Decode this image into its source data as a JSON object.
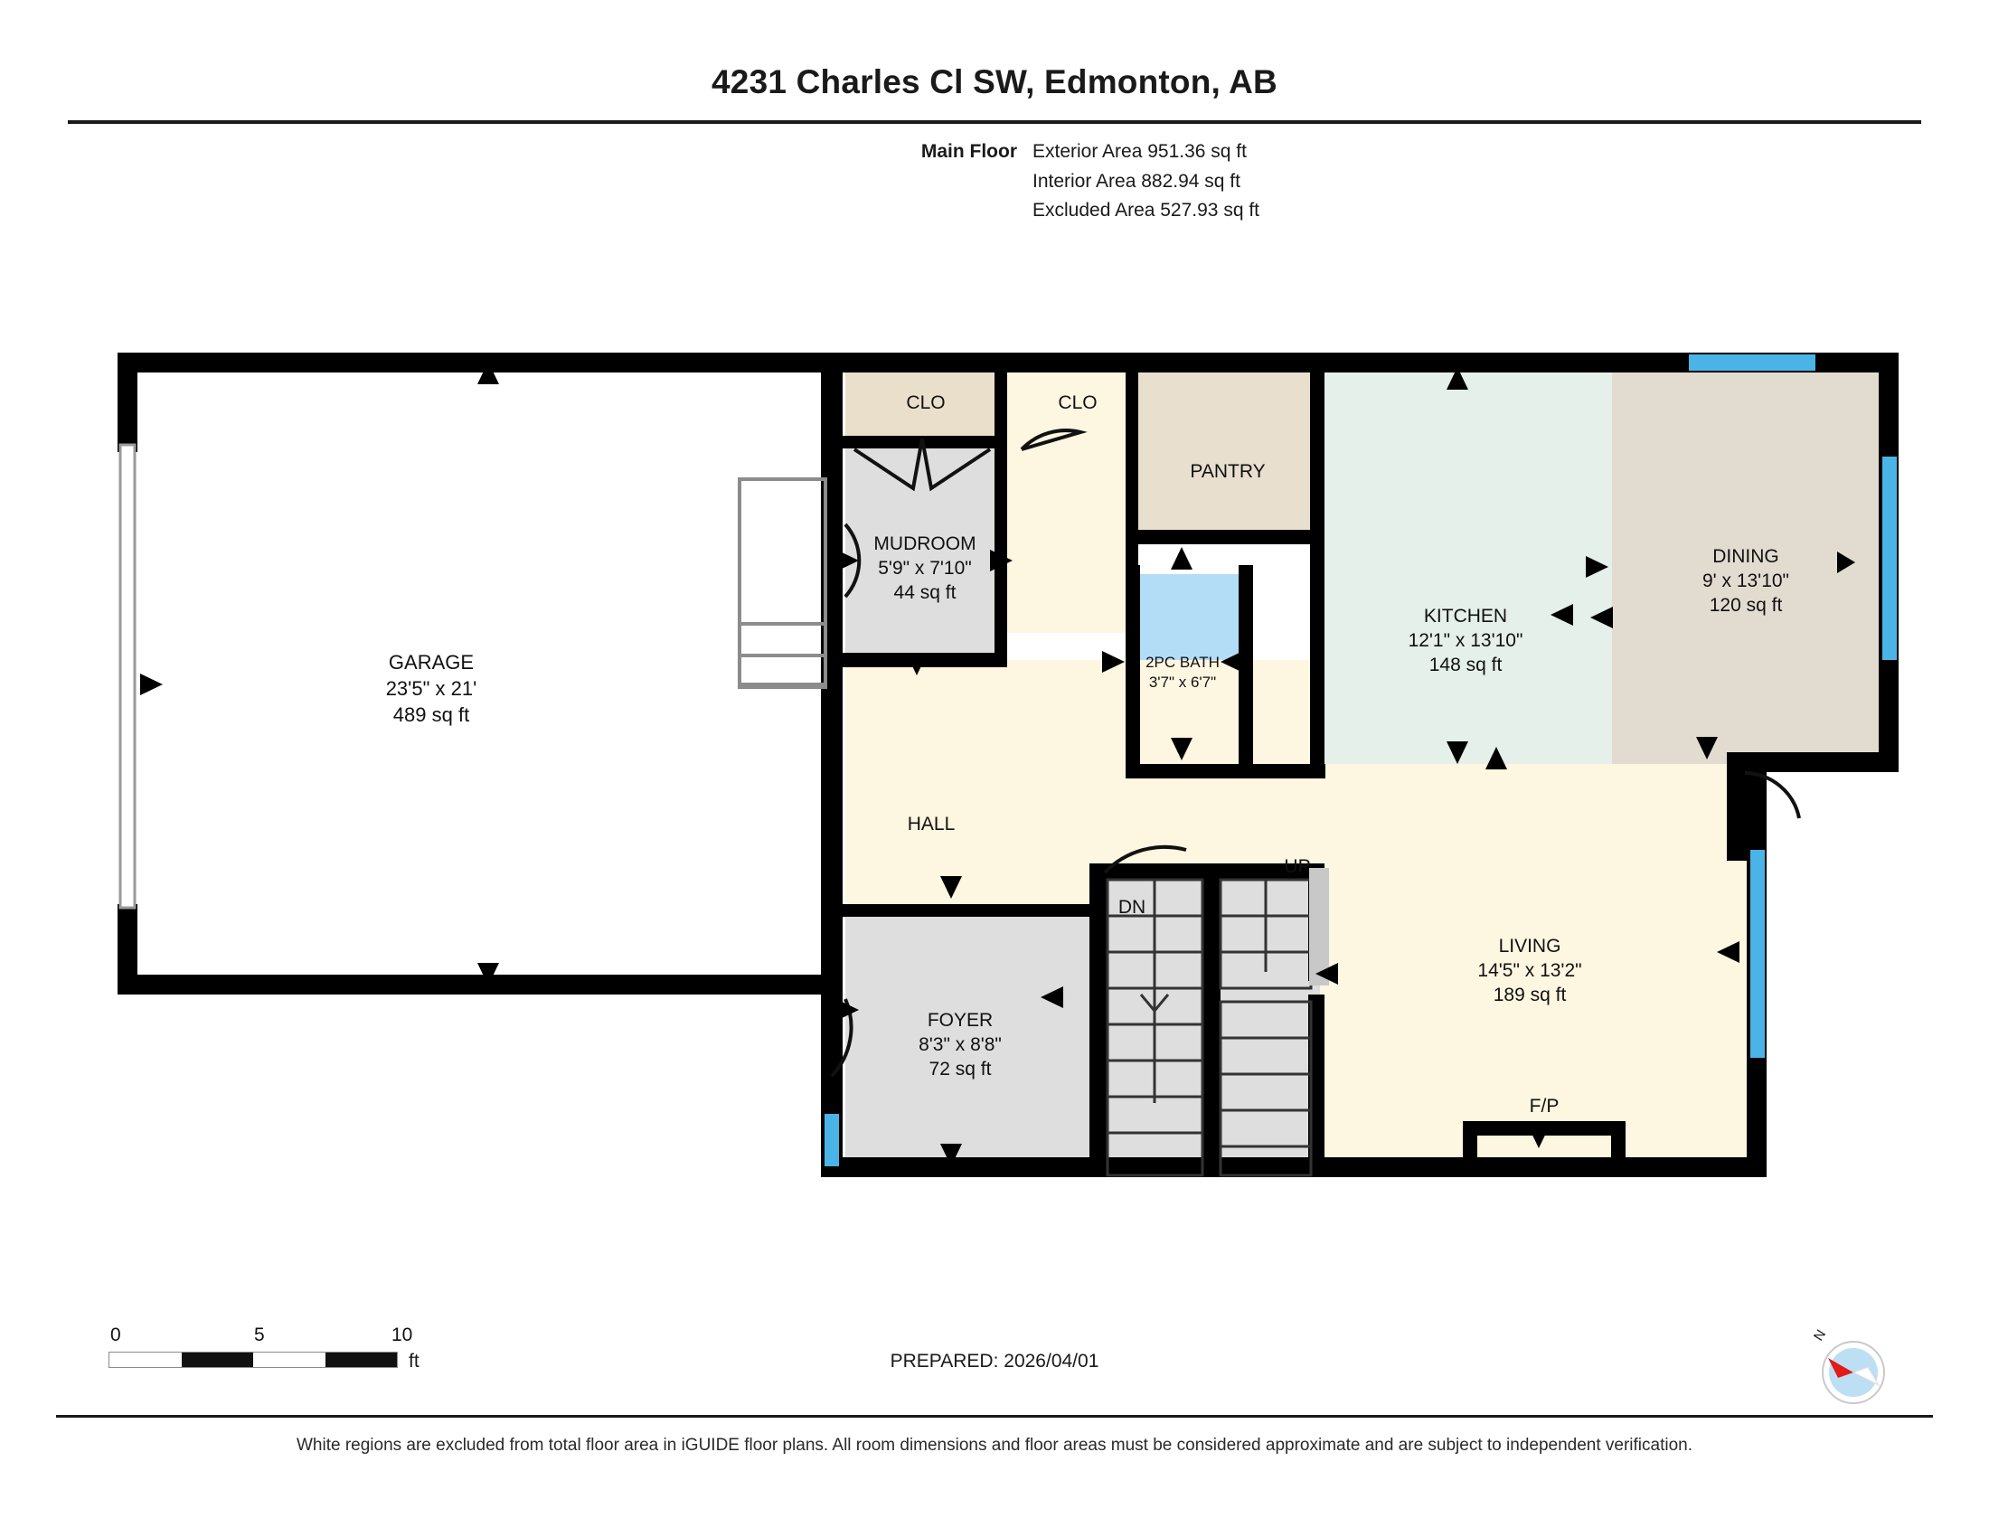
{
  "header": {
    "title": "4231 Charles Cl SW, Edmonton, AB",
    "floor_label": "Main Floor",
    "exterior_area": "Exterior Area 951.36 sq ft",
    "interior_area": "Interior Area 882.94 sq ft",
    "excluded_area": "Excluded Area 527.93 sq ft"
  },
  "rooms": {
    "garage": {
      "name": "GARAGE",
      "dims": "23'5\" x 21'",
      "area": "489 sq ft"
    },
    "mudroom": {
      "name": "MUDROOM",
      "dims": "5'9\" x 7'10\"",
      "area": "44 sq ft"
    },
    "closet1": {
      "name": "CLO"
    },
    "closet2": {
      "name": "CLO"
    },
    "pantry": {
      "name": "PANTRY"
    },
    "bath": {
      "name": "2PC BATH",
      "dims": "3'7\" x 6'7\""
    },
    "kitchen": {
      "name": "KITCHEN",
      "dims": "12'1\" x 13'10\"",
      "area": "148 sq ft"
    },
    "dining": {
      "name": "DINING",
      "dims": "9' x 13'10\"",
      "area": "120 sq ft"
    },
    "hall": {
      "name": "HALL"
    },
    "foyer": {
      "name": "FOYER",
      "dims": "8'3\" x 8'8\"",
      "area": "72 sq ft"
    },
    "living": {
      "name": "LIVING",
      "dims": "14'5\" x 13'2\"",
      "area": "189 sq ft"
    },
    "fireplace": {
      "name": "F/P"
    },
    "stairs_up": {
      "name": "UP"
    },
    "stairs_dn": {
      "name": "DN"
    }
  },
  "footer": {
    "scale_ticks": [
      "0",
      "5",
      "10"
    ],
    "scale_unit": "ft",
    "prepared": "PREPARED: 2026/04/01",
    "disclaimer": "White regions are excluded from total floor area in iGUIDE floor plans. All room dimensions and floor areas must be considered approximate and are subject to independent verification.",
    "compass_label": "N"
  },
  "colors": {
    "wall": "#000000",
    "living_fill": "#fdf6e0",
    "kitchen_fill": "#e4f0e9",
    "dining_fill": "#e2dbcf",
    "pantry_fill": "#e8dfcf",
    "closet_fill": "#eadfcb",
    "grey_fill": "#dedede",
    "bath_fill": "#b3dcf7",
    "window_blue": "#4bb4e6",
    "excluded_white": "#ffffff",
    "compass_needle": "#e01b18",
    "compass_disc": "#bcdff3"
  }
}
